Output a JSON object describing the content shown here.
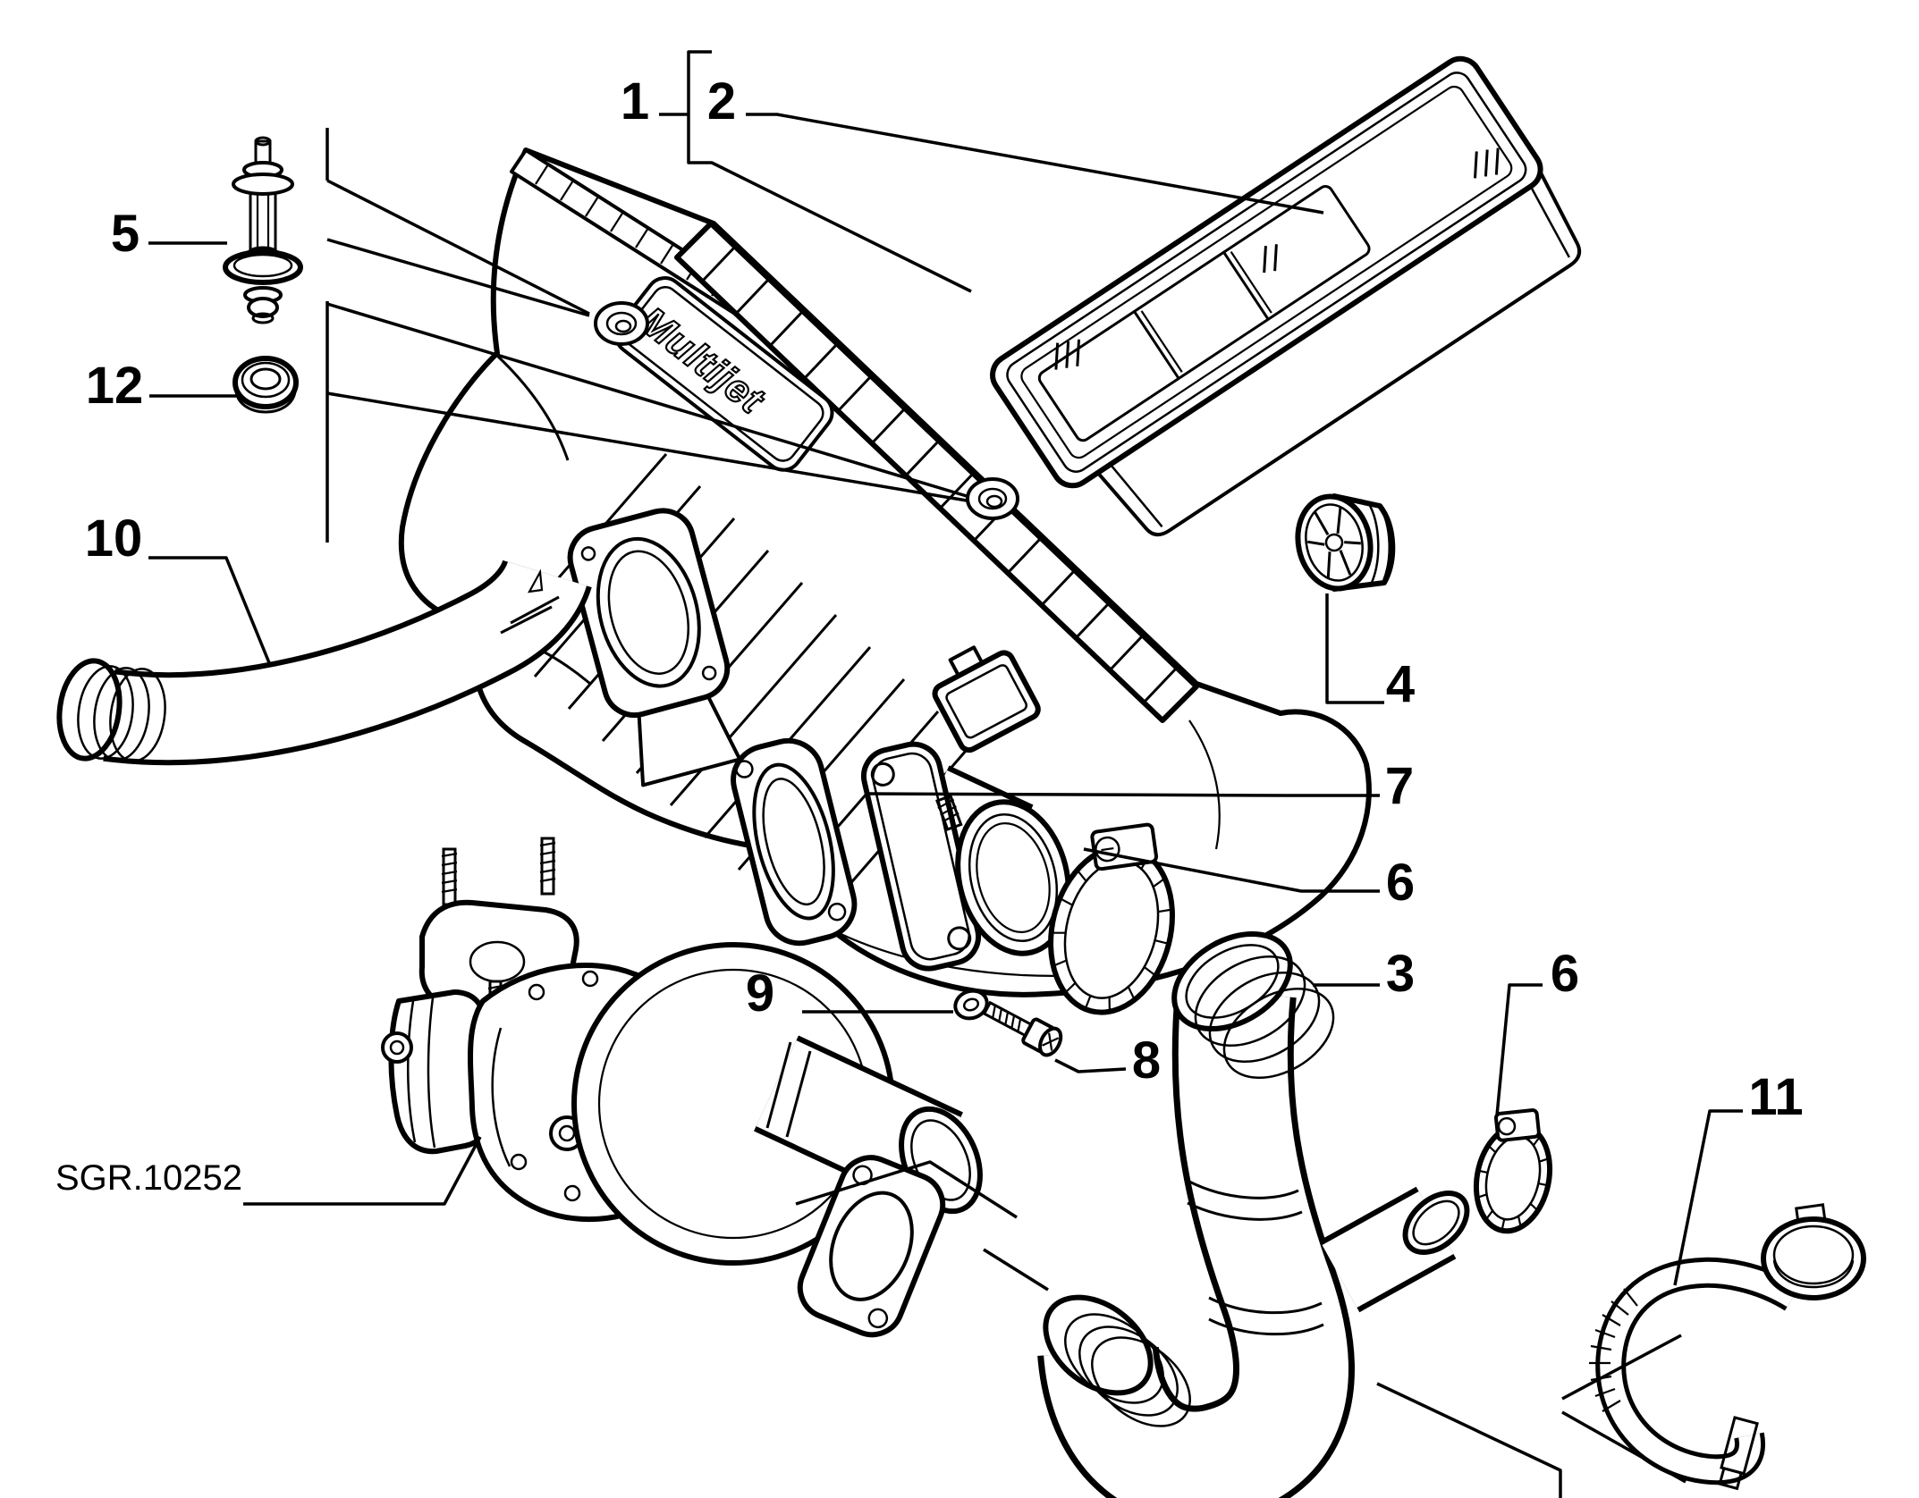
{
  "figure": {
    "background_color": "#ffffff",
    "line_color": "#000000",
    "code_label": "SGR.10252",
    "cover_brand": "Multijet",
    "callouts": [
      {
        "id": "1",
        "text": "1"
      },
      {
        "id": "2",
        "text": "2"
      },
      {
        "id": "5",
        "text": "5"
      },
      {
        "id": "12",
        "text": "12"
      },
      {
        "id": "10",
        "text": "10"
      },
      {
        "id": "4",
        "text": "4"
      },
      {
        "id": "7",
        "text": "7"
      },
      {
        "id": "6a",
        "text": "6"
      },
      {
        "id": "3",
        "text": "3"
      },
      {
        "id": "6b",
        "text": "6"
      },
      {
        "id": "8",
        "text": "8"
      },
      {
        "id": "9",
        "text": "9"
      },
      {
        "id": "11",
        "text": "11"
      }
    ]
  }
}
